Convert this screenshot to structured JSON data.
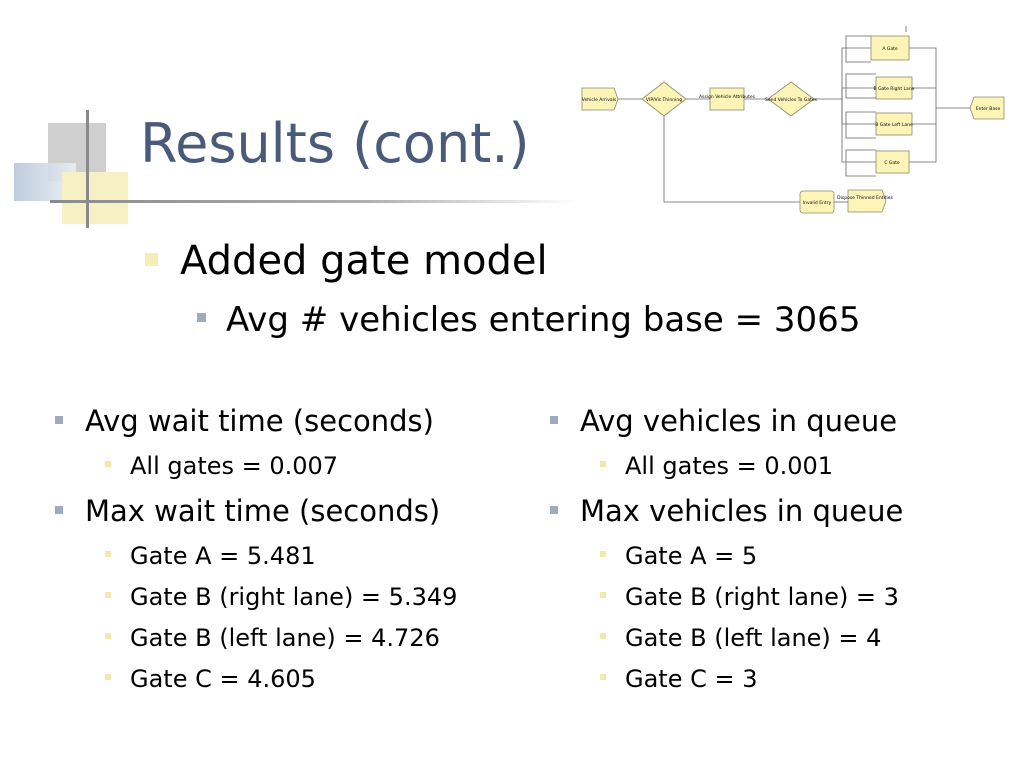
{
  "slide": {
    "title": "Results (cont.)",
    "bullet_1": "Added gate model",
    "bullet_1_sub": "Avg # vehicles entering base = 3065"
  },
  "left_column": {
    "items": [
      {
        "label": "Avg wait time (seconds)",
        "subs": [
          "All gates = 0.007"
        ]
      },
      {
        "label": "Max wait time (seconds)",
        "subs": [
          "Gate A = 5.481",
          "Gate B (right lane) = 5.349",
          "Gate B (left lane) = 4.726",
          "Gate C = 4.605"
        ]
      }
    ]
  },
  "right_column": {
    "items": [
      {
        "label": "Avg vehicles in queue",
        "subs": [
          "All gates = 0.001"
        ]
      },
      {
        "label": "Max vehicles in queue",
        "subs": [
          "Gate A = 5",
          "Gate B (right lane) = 3",
          "Gate B (left lane) = 4",
          "Gate C = 3"
        ]
      }
    ]
  },
  "diagram": {
    "nodes": {
      "vehicle_arrivals": "Vehicle Arrivals",
      "vip_thinning": "VIP/Vis Thinning",
      "assign_vehicle_attributes": "Assign Vehicle Attributes",
      "send_vehicles_to_gates": "Send Vehicles To Gates",
      "a_gate": "A Gate",
      "b_gate_right": "B Gate Right Lane",
      "b_gate_left": "B Gate Left Lane",
      "c_gate": "C Gate",
      "enter_base": "Enter Base",
      "invalid_entry": "Invalid Entry",
      "dispose_thinned": "Dispose Thinned Entities"
    },
    "colors": {
      "node_fill": "#fdf5b8",
      "node_stroke": "#8a8a6a",
      "line": "#666666"
    }
  }
}
